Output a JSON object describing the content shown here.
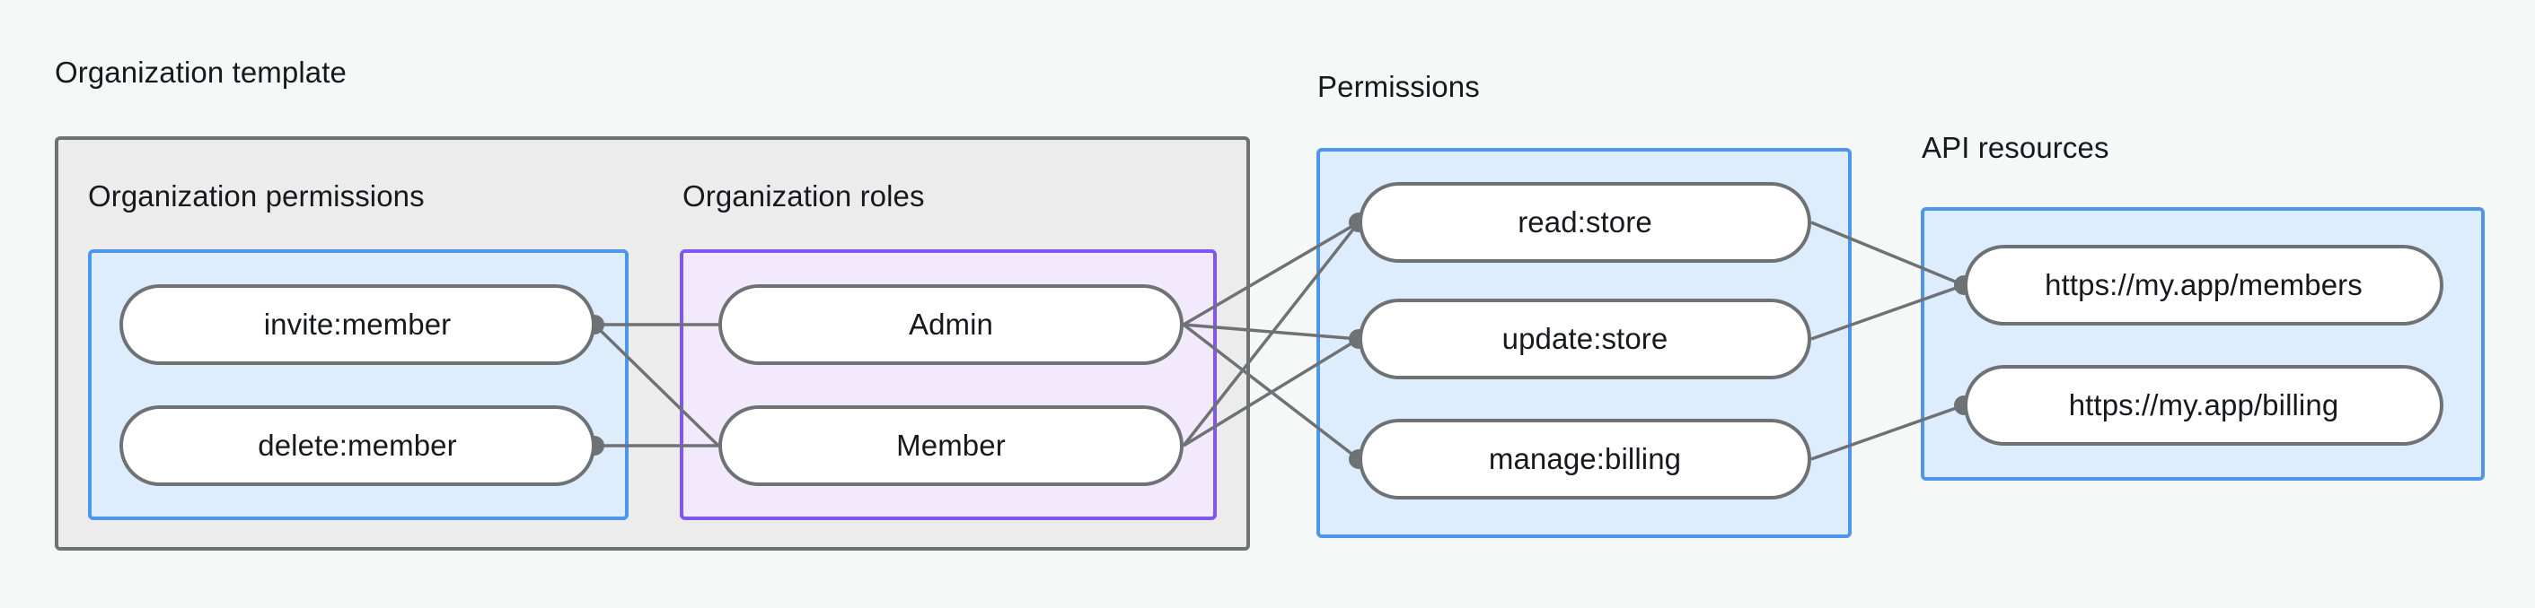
{
  "diagram": {
    "title_texts": {
      "organization_template": "Organization template",
      "permissions": "Permissions",
      "api_resources": "API resources"
    },
    "subgroup_texts": {
      "organization_permissions": "Organization permissions",
      "organization_roles": "Organization roles"
    },
    "colors": {
      "canvas_background": "#f6f8f8",
      "gray_group_fill": "#ececec",
      "gray_group_border": "#6f7275",
      "blue_group_fill": "#deedfd",
      "blue_group_border": "#4e95ec",
      "purple_group_fill": "#f2e9fc",
      "purple_group_border": "#7f56f2",
      "node_fill": "#ffffff",
      "node_border": "#6f7275",
      "edge_stroke": "#6f7275",
      "text": "#16191d"
    },
    "nodes": {
      "organization_permissions": [
        {
          "id": "invite-member",
          "label": "invite:member"
        },
        {
          "id": "delete-member",
          "label": "delete:member"
        }
      ],
      "organization_roles": [
        {
          "id": "admin",
          "label": "Admin"
        },
        {
          "id": "member",
          "label": "Member"
        }
      ],
      "permissions": [
        {
          "id": "read-store",
          "label": "read:store"
        },
        {
          "id": "update-store",
          "label": "update:store"
        },
        {
          "id": "manage-billing",
          "label": "manage:billing"
        }
      ],
      "api_resources": [
        {
          "id": "members-url",
          "label": "https://my.app/members"
        },
        {
          "id": "billing-url",
          "label": "https://my.app/billing"
        }
      ]
    },
    "edges": [
      {
        "from": "invite-member",
        "to": "admin"
      },
      {
        "from": "invite-member",
        "to": "member"
      },
      {
        "from": "delete-member",
        "to": "member"
      },
      {
        "from": "admin",
        "to": "read-store"
      },
      {
        "from": "admin",
        "to": "update-store"
      },
      {
        "from": "admin",
        "to": "manage-billing"
      },
      {
        "from": "member",
        "to": "read-store"
      },
      {
        "from": "member",
        "to": "update-store"
      },
      {
        "from": "read-store",
        "to": "members-url"
      },
      {
        "from": "update-store",
        "to": "members-url"
      },
      {
        "from": "manage-billing",
        "to": "billing-url"
      }
    ]
  }
}
